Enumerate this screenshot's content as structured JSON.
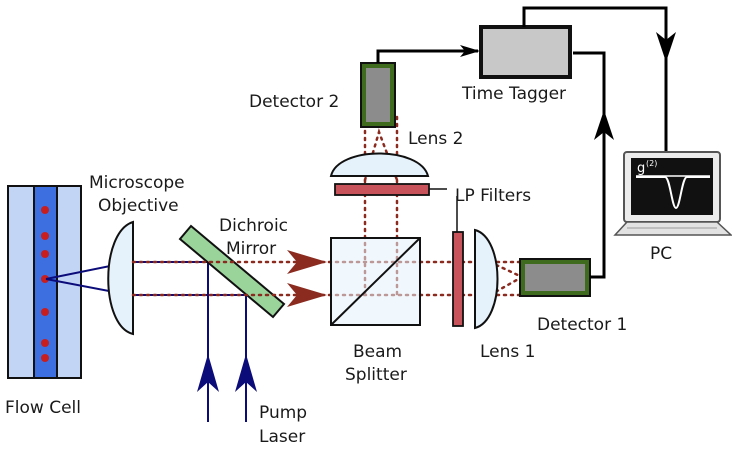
{
  "labels": {
    "flow_cell": "Flow Cell",
    "microscope_objective_line1": "Microscope",
    "microscope_objective_line2": "Objective",
    "dichroic_line1": "Dichroic",
    "dichroic_line2": "Mirror",
    "pump_line1": "Pump",
    "pump_line2": "Laser",
    "beam_splitter_line1": "Beam",
    "beam_splitter_line2": "Splitter",
    "lp_filters": "LP Filters",
    "lens1": "Lens 1",
    "lens2": "Lens 2",
    "detector1": "Detector 1",
    "detector2": "Detector 2",
    "time_tagger": "Time Tagger",
    "pc": "PC",
    "g2_main": "g",
    "g2_sup": "(2)"
  },
  "colors": {
    "beam_blue": "#0b0b7a",
    "fluorescence_dotted": "#8b2a1f",
    "arrow_red": "#8b2a1f",
    "particles": "#c81e1e",
    "flow_channel": "#3d6fe0",
    "flow_outer": "#c3d5f5",
    "optics_fill": "#e6f2fb",
    "dichroic_fill": "#9bd49b",
    "lp_filter_fill": "#c8535a",
    "detector_frame": "#3e6b1e",
    "detector_sensor": "#8c8c8c",
    "time_tagger_fill": "#c8c8c8",
    "screen": "#111111"
  }
}
